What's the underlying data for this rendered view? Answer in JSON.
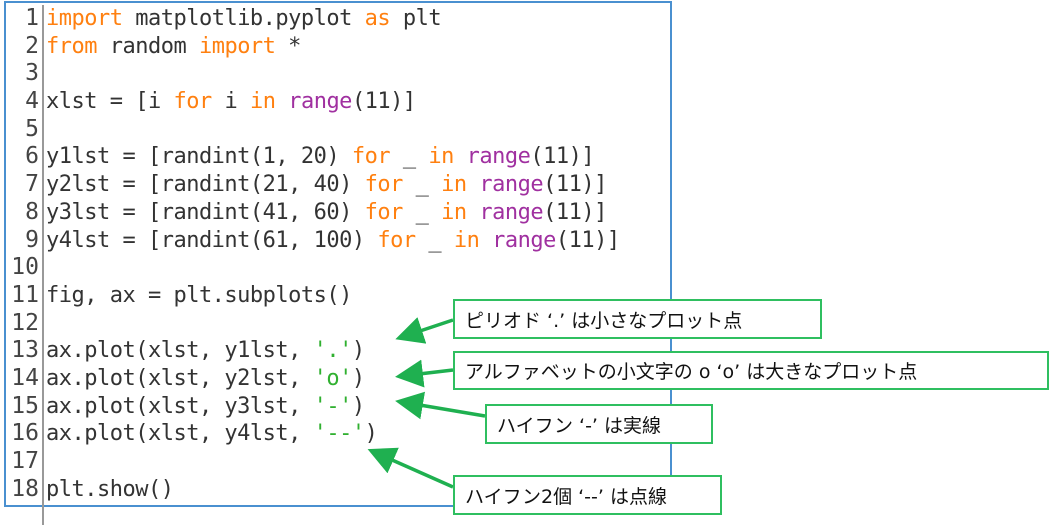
{
  "editor": {
    "lines": [
      [
        [
          "kw",
          "import"
        ],
        [
          "tx",
          " matplotlib.pyplot "
        ],
        [
          "kw",
          "as"
        ],
        [
          "tx",
          " plt"
        ]
      ],
      [
        [
          "kw",
          "from"
        ],
        [
          "tx",
          " random "
        ],
        [
          "kw",
          "import"
        ],
        [
          "tx",
          " *"
        ]
      ],
      [],
      [
        [
          "tx",
          "xlst = [i "
        ],
        [
          "kw",
          "for"
        ],
        [
          "tx",
          " i "
        ],
        [
          "kw",
          "in"
        ],
        [
          "tx",
          " "
        ],
        [
          "bi",
          "range"
        ],
        [
          "tx",
          "(11)]"
        ]
      ],
      [],
      [
        [
          "tx",
          "y1lst = [randint(1, 20) "
        ],
        [
          "kw",
          "for"
        ],
        [
          "tx",
          " _ "
        ],
        [
          "kw",
          "in"
        ],
        [
          "tx",
          " "
        ],
        [
          "bi",
          "range"
        ],
        [
          "tx",
          "(11)]"
        ]
      ],
      [
        [
          "tx",
          "y2lst = [randint(21, 40) "
        ],
        [
          "kw",
          "for"
        ],
        [
          "tx",
          " _ "
        ],
        [
          "kw",
          "in"
        ],
        [
          "tx",
          " "
        ],
        [
          "bi",
          "range"
        ],
        [
          "tx",
          "(11)]"
        ]
      ],
      [
        [
          "tx",
          "y3lst = [randint(41, 60) "
        ],
        [
          "kw",
          "for"
        ],
        [
          "tx",
          " _ "
        ],
        [
          "kw",
          "in"
        ],
        [
          "tx",
          " "
        ],
        [
          "bi",
          "range"
        ],
        [
          "tx",
          "(11)]"
        ]
      ],
      [
        [
          "tx",
          "y4lst = [randint(61, 100) "
        ],
        [
          "kw",
          "for"
        ],
        [
          "tx",
          " _ "
        ],
        [
          "kw",
          "in"
        ],
        [
          "tx",
          " "
        ],
        [
          "bi",
          "range"
        ],
        [
          "tx",
          "(11)]"
        ]
      ],
      [],
      [
        [
          "tx",
          "fig, ax = plt.subplots()"
        ]
      ],
      [],
      [
        [
          "tx",
          "ax.plot(xlst, y1lst, "
        ],
        [
          "st",
          "'.'"
        ],
        [
          "tx",
          ")"
        ]
      ],
      [
        [
          "tx",
          "ax.plot(xlst, y2lst, "
        ],
        [
          "st",
          "'o'"
        ],
        [
          "tx",
          ")"
        ]
      ],
      [
        [
          "tx",
          "ax.plot(xlst, y3lst, "
        ],
        [
          "st",
          "'-'"
        ],
        [
          "tx",
          ")"
        ]
      ],
      [
        [
          "tx",
          "ax.plot(xlst, y4lst, "
        ],
        [
          "st",
          "'--'"
        ],
        [
          "tx",
          ")"
        ]
      ],
      [],
      [
        [
          "tx",
          "plt.show()"
        ]
      ]
    ]
  },
  "callouts": [
    {
      "text": "ピリオド ‘.’ は小さなプロット点"
    },
    {
      "text": "アルファベットの小文字の o ‘o’ は大きなプロット点"
    },
    {
      "text": "ハイフン ‘-’ は実線"
    },
    {
      "text": "ハイフン2個 ‘--’ は点線"
    }
  ],
  "colors": {
    "keyword": "#ff8010",
    "builtin": "#a030a0",
    "string": "#30b030",
    "callout_border": "#2fbf60",
    "editor_border": "#4a90d0"
  }
}
